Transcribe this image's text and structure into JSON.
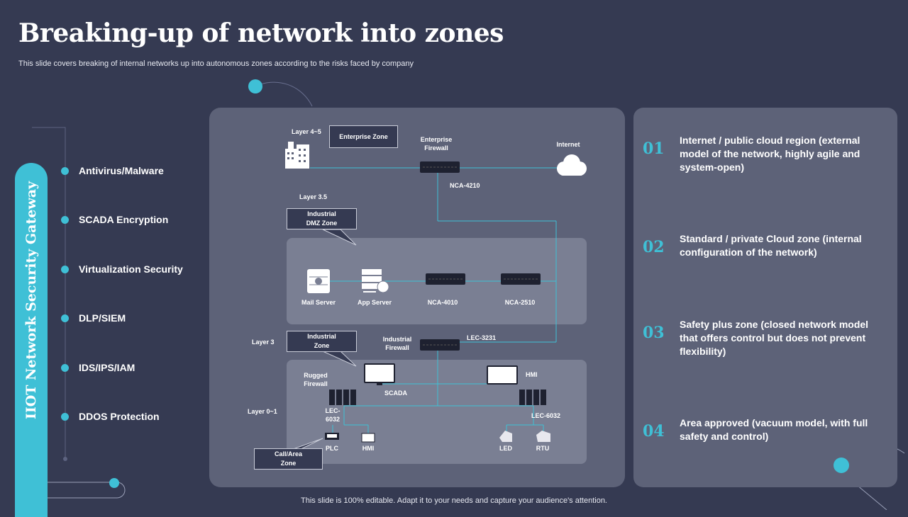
{
  "title": "Breaking-up of network into zones",
  "subtitle": "This slide covers breaking of internal networks up into autonomous zones according to the risks faced by company",
  "footer": "This slide is 100% editable. Adapt it to your needs and capture your audience's attention.",
  "gateway": {
    "label": "IIOT Network Security Gateway",
    "items": [
      "Antivirus/Malware",
      "SCADA Encryption",
      "Virtualization Security",
      "DLP/SIEM",
      "IDS/IPS/IAM",
      "DDOS Protection"
    ]
  },
  "diagram": {
    "layer_4_5": "Layer 4~5",
    "enterprise_zone": "Enterprise Zone",
    "enterprise_firewall": "Enterprise Firewall",
    "internet": "Internet",
    "nca_4210": "NCA-4210",
    "layer_3_5": "Layer 3.5",
    "dmz_zone": "Industrial DMZ Zone",
    "mail_server": "Mail Server",
    "app_server": "App Server",
    "nca_4010": "NCA-4010",
    "nca_2510": "NCA-2510",
    "layer_3": "Layer 3",
    "industrial_zone": "Industrial Zone",
    "industrial_firewall": "Industrial Firewall",
    "lec_3231": "LEC-3231",
    "rugged_firewall": "Rugged Firewall",
    "scada": "SCADA",
    "hmi_top": "HMI",
    "layer_0_1": "Layer 0~1",
    "lec_6032_left": "LEC-6032",
    "lec_6032_right": "LEC-6032",
    "plc": "PLC",
    "hmi_bottom": "HMI",
    "led": "LED",
    "rtu": "RTU",
    "call_area_zone": "Call/Area Zone"
  },
  "zones": [
    {
      "num": "01",
      "text": "Internet / public cloud region (external model of the network, highly agile and system-open)"
    },
    {
      "num": "02",
      "text": "Standard / private Cloud zone (internal configuration of the network)"
    },
    {
      "num": "03",
      "text": "Safety plus zone (closed network model that offers control but does not prevent flexibility)"
    },
    {
      "num": "04",
      "text": "Area approved (vacuum model, with full safety and control)"
    }
  ],
  "colors": {
    "background": "#353a52",
    "accent": "#3fc0d6",
    "panel": "#5d6278",
    "zone_box": "#7a7f93"
  }
}
